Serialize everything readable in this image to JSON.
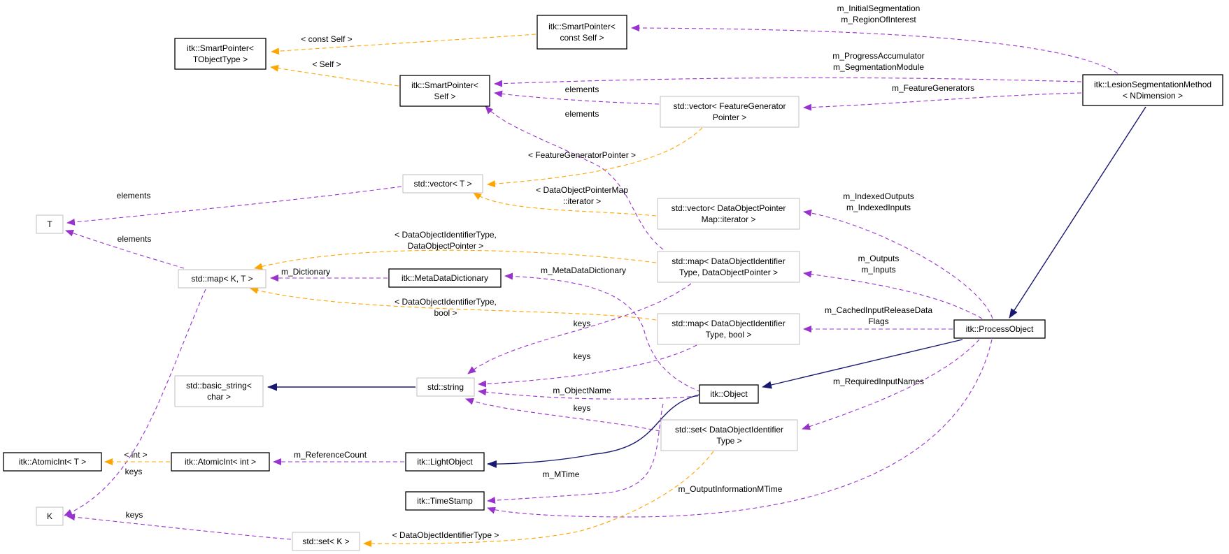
{
  "colors": {
    "member": "#9a32cd",
    "template": "#ffa500",
    "inherit": "#191970",
    "solid_border": "#000000",
    "ghost_border": "#bfbfbf",
    "highlight_fill": "#bfbfbf"
  },
  "nodes": [
    {
      "id": "lesion",
      "lines": [
        "itk::LesionSegmentationMethod",
        "< NDimension >"
      ],
      "style": "highlight"
    },
    {
      "id": "processobject",
      "lines": [
        "itk::ProcessObject"
      ],
      "style": "solid"
    },
    {
      "id": "object",
      "lines": [
        "itk::Object"
      ],
      "style": "solid"
    },
    {
      "id": "lightobject",
      "lines": [
        "itk::LightObject"
      ],
      "style": "solid"
    },
    {
      "id": "timestamp",
      "lines": [
        "itk::TimeStamp"
      ],
      "style": "solid"
    },
    {
      "id": "atomicint_int",
      "lines": [
        "itk::AtomicInt< int >"
      ],
      "style": "solid"
    },
    {
      "id": "atomicint_t",
      "lines": [
        "itk::AtomicInt< T >"
      ],
      "style": "solid"
    },
    {
      "id": "metadatadictionary",
      "lines": [
        "itk::MetaDataDictionary"
      ],
      "style": "solid"
    },
    {
      "id": "sp_tobjecttype",
      "lines": [
        "itk::SmartPointer<",
        "TObjectType >"
      ],
      "style": "solid"
    },
    {
      "id": "sp_constself",
      "lines": [
        "itk::SmartPointer<",
        "const Self >"
      ],
      "style": "solid"
    },
    {
      "id": "sp_self",
      "lines": [
        "itk::SmartPointer<",
        "Self >"
      ],
      "style": "solid"
    },
    {
      "id": "vec_featuregen",
      "lines": [
        "std::vector< FeatureGenerator",
        "Pointer >"
      ],
      "style": "ghost"
    },
    {
      "id": "vec_t",
      "lines": [
        "std::vector< T >"
      ],
      "style": "ghost"
    },
    {
      "id": "vec_dopmap",
      "lines": [
        "std::vector< DataObjectPointer",
        "Map::iterator >"
      ],
      "style": "ghost"
    },
    {
      "id": "map_doit_dop",
      "lines": [
        "std::map< DataObjectIdentifier",
        "Type, DataObjectPointer >"
      ],
      "style": "ghost"
    },
    {
      "id": "map_doit_bool",
      "lines": [
        "std::map< DataObjectIdentifier",
        "Type, bool >"
      ],
      "style": "ghost"
    },
    {
      "id": "set_doit",
      "lines": [
        "std::set< DataObjectIdentifier",
        "Type >"
      ],
      "style": "ghost"
    },
    {
      "id": "map_kt",
      "lines": [
        "std::map< K, T >"
      ],
      "style": "ghost"
    },
    {
      "id": "t",
      "lines": [
        "T"
      ],
      "style": "ghost"
    },
    {
      "id": "k",
      "lines": [
        "K"
      ],
      "style": "ghost"
    },
    {
      "id": "string",
      "lines": [
        "std::string"
      ],
      "style": "ghost"
    },
    {
      "id": "basic_string",
      "lines": [
        "std::basic_string<",
        "char >"
      ],
      "style": "ghost"
    },
    {
      "id": "set_k",
      "lines": [
        "std::set< K >"
      ],
      "style": "ghost"
    }
  ],
  "edges": [
    {
      "from": "lesion",
      "to": "sp_constself",
      "kind": "member",
      "label": [
        "m_InitialSegmentation",
        "m_RegionOfInterest"
      ]
    },
    {
      "from": "lesion",
      "to": "sp_self",
      "kind": "member",
      "label": [
        "m_ProgressAccumulator",
        "m_SegmentationModule"
      ]
    },
    {
      "from": "lesion",
      "to": "vec_featuregen",
      "kind": "member",
      "label": [
        "m_FeatureGenerators"
      ]
    },
    {
      "from": "lesion",
      "to": "processobject",
      "kind": "inherit",
      "label": []
    },
    {
      "from": "sp_constself",
      "to": "sp_tobjecttype",
      "kind": "template",
      "label": [
        "< const Self >"
      ]
    },
    {
      "from": "sp_self",
      "to": "sp_tobjecttype",
      "kind": "template",
      "label": [
        "< Self >"
      ]
    },
    {
      "from": "vec_featuregen",
      "to": "sp_self",
      "kind": "member",
      "label": [
        "elements"
      ]
    },
    {
      "from": "map_doit_dop",
      "to": "sp_self",
      "kind": "member",
      "label": [
        "elements"
      ]
    },
    {
      "from": "vec_featuregen",
      "to": "vec_t",
      "kind": "template",
      "label": [
        "< FeatureGeneratorPointer >"
      ]
    },
    {
      "from": "vec_dopmap",
      "to": "vec_t",
      "kind": "template",
      "label": [
        "< DataObjectPointerMap",
        "::iterator >"
      ]
    },
    {
      "from": "vec_t",
      "to": "t",
      "kind": "member",
      "label": [
        "elements"
      ]
    },
    {
      "from": "map_kt",
      "to": "t",
      "kind": "member",
      "label": [
        "elements"
      ]
    },
    {
      "from": "map_kt",
      "to": "k",
      "kind": "member",
      "label": [
        "keys"
      ]
    },
    {
      "from": "map_doit_dop",
      "to": "map_kt",
      "kind": "template",
      "label": [
        "< DataObjectIdentifierType,",
        "DataObjectPointer >"
      ]
    },
    {
      "from": "map_doit_bool",
      "to": "map_kt",
      "kind": "template",
      "label": [
        "< DataObjectIdentifierType,",
        "bool >"
      ]
    },
    {
      "from": "metadatadictionary",
      "to": "map_kt",
      "kind": "member",
      "label": [
        "m_Dictionary"
      ]
    },
    {
      "from": "object",
      "to": "metadatadictionary",
      "kind": "member",
      "label": [
        "m_MetaDataDictionary"
      ]
    },
    {
      "from": "processobject",
      "to": "vec_dopmap",
      "kind": "member",
      "label": [
        "m_IndexedOutputs",
        "m_IndexedInputs"
      ]
    },
    {
      "from": "processobject",
      "to": "map_doit_dop",
      "kind": "member",
      "label": [
        "m_Outputs",
        "m_Inputs"
      ]
    },
    {
      "from": "processobject",
      "to": "map_doit_bool",
      "kind": "member",
      "label": [
        "m_CachedInputReleaseData",
        "Flags"
      ]
    },
    {
      "from": "processobject",
      "to": "set_doit",
      "kind": "member",
      "label": [
        "m_RequiredInputNames"
      ]
    },
    {
      "from": "processobject",
      "to": "timestamp",
      "kind": "member",
      "label": [
        "m_OutputInformationMTime"
      ]
    },
    {
      "from": "processobject",
      "to": "object",
      "kind": "inherit",
      "label": []
    },
    {
      "from": "map_doit_dop",
      "to": "string",
      "kind": "member",
      "label": [
        "keys"
      ]
    },
    {
      "from": "map_doit_bool",
      "to": "string",
      "kind": "member",
      "label": [
        "keys"
      ]
    },
    {
      "from": "object",
      "to": "string",
      "kind": "member",
      "label": [
        "m_ObjectName"
      ]
    },
    {
      "from": "set_doit",
      "to": "string",
      "kind": "member",
      "label": [
        "keys"
      ]
    },
    {
      "from": "string",
      "to": "basic_string",
      "kind": "inherit",
      "label": []
    },
    {
      "from": "object",
      "to": "lightobject",
      "kind": "inherit",
      "label": []
    },
    {
      "from": "object",
      "to": "timestamp",
      "kind": "member",
      "label": [
        "m_MTime"
      ]
    },
    {
      "from": "lightobject",
      "to": "atomicint_int",
      "kind": "member",
      "label": [
        "m_ReferenceCount"
      ]
    },
    {
      "from": "atomicint_int",
      "to": "atomicint_t",
      "kind": "template",
      "label": [
        "< int >"
      ]
    },
    {
      "from": "set_k",
      "to": "k",
      "kind": "member",
      "label": [
        "keys"
      ]
    },
    {
      "from": "set_doit",
      "to": "set_k",
      "kind": "template",
      "label": [
        "< DataObjectIdentifierType >"
      ]
    }
  ]
}
